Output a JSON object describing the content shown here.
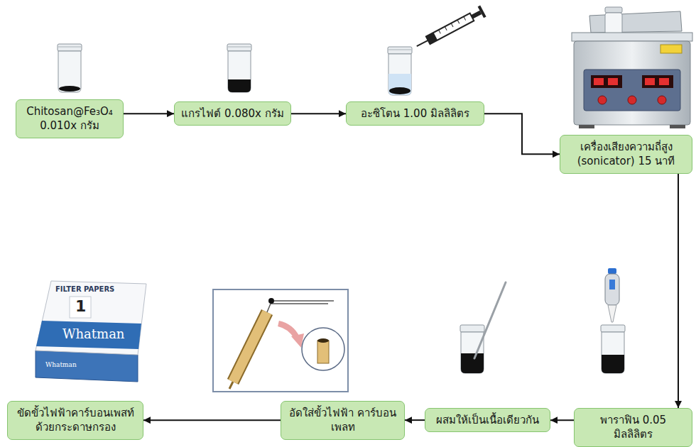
{
  "diagram": {
    "nodes": [
      {
        "text": [
          "Chitosan@Fe₃O₄ 0.010x กรัม"
        ]
      },
      {
        "text": [
          "แกรไฟต์ 0.080x กรัม"
        ]
      },
      {
        "text": [
          "อะซิโตน 1.00 มิลลิลิตร"
        ]
      },
      {
        "text": [
          "เครื่องเสียงความถี่สูง (sonicator) 15 นาที"
        ]
      },
      {
        "text": [
          "พาราฟิน 0.05 มิลลิลิตร"
        ]
      },
      {
        "text": [
          "ผสมให้เป็นเนื้อเดียวกัน"
        ]
      },
      {
        "text": [
          "อัดใส่ขั้วไฟฟ้า คาร์บอนเพลท"
        ]
      },
      {
        "text": [
          "ขัดขั้วไฟฟ้าคาร์บอนเพสท์ ด้วยกระดาษกรอง"
        ]
      }
    ],
    "edges": [
      {
        "from": 0,
        "to": 1,
        "arrow": "to"
      },
      {
        "from": 1,
        "to": 2,
        "arrow": "to"
      },
      {
        "from": 2,
        "to": 3,
        "arrow": "to"
      },
      {
        "from": 3,
        "to": 4,
        "arrow": "to"
      },
      {
        "from": 4,
        "to": 5,
        "arrow": "to"
      },
      {
        "from": 5,
        "to": 6,
        "arrow": "to"
      },
      {
        "from": 6,
        "to": 7,
        "arrow": "to"
      }
    ],
    "labels": [
      "FILTER PAPERS",
      "1",
      "Whatman",
      "Whatman"
    ]
  }
}
